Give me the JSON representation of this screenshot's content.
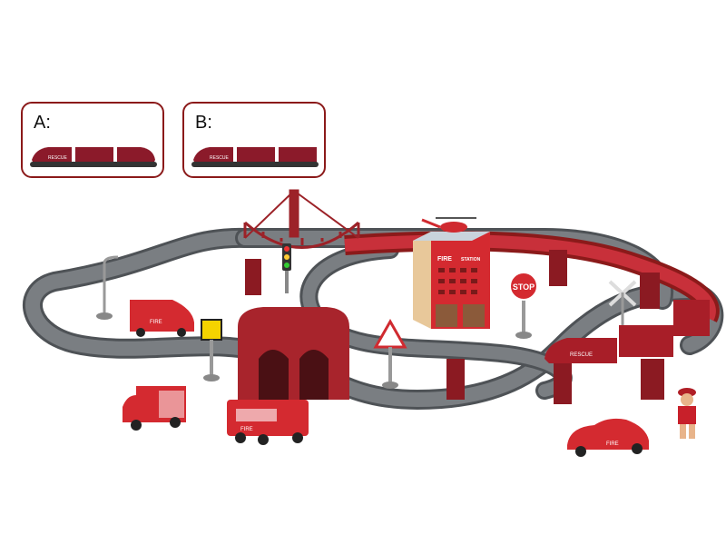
{
  "variants": [
    {
      "label": "A:",
      "train_text": "RESCUE"
    },
    {
      "label": "B:",
      "train_text": "RESCUE"
    }
  ],
  "scene": {
    "station_sign_left": "FIRE",
    "station_sign_right": "STATION",
    "stop_sign": "STOP",
    "vehicle_text": "FIRE",
    "train_text": "RESCUE"
  },
  "colors": {
    "track": "#707478",
    "track_edge": "#4e5256",
    "red": "#c8202a",
    "dark_red": "#8b1a1a",
    "box_border": "#8b1a1a"
  }
}
